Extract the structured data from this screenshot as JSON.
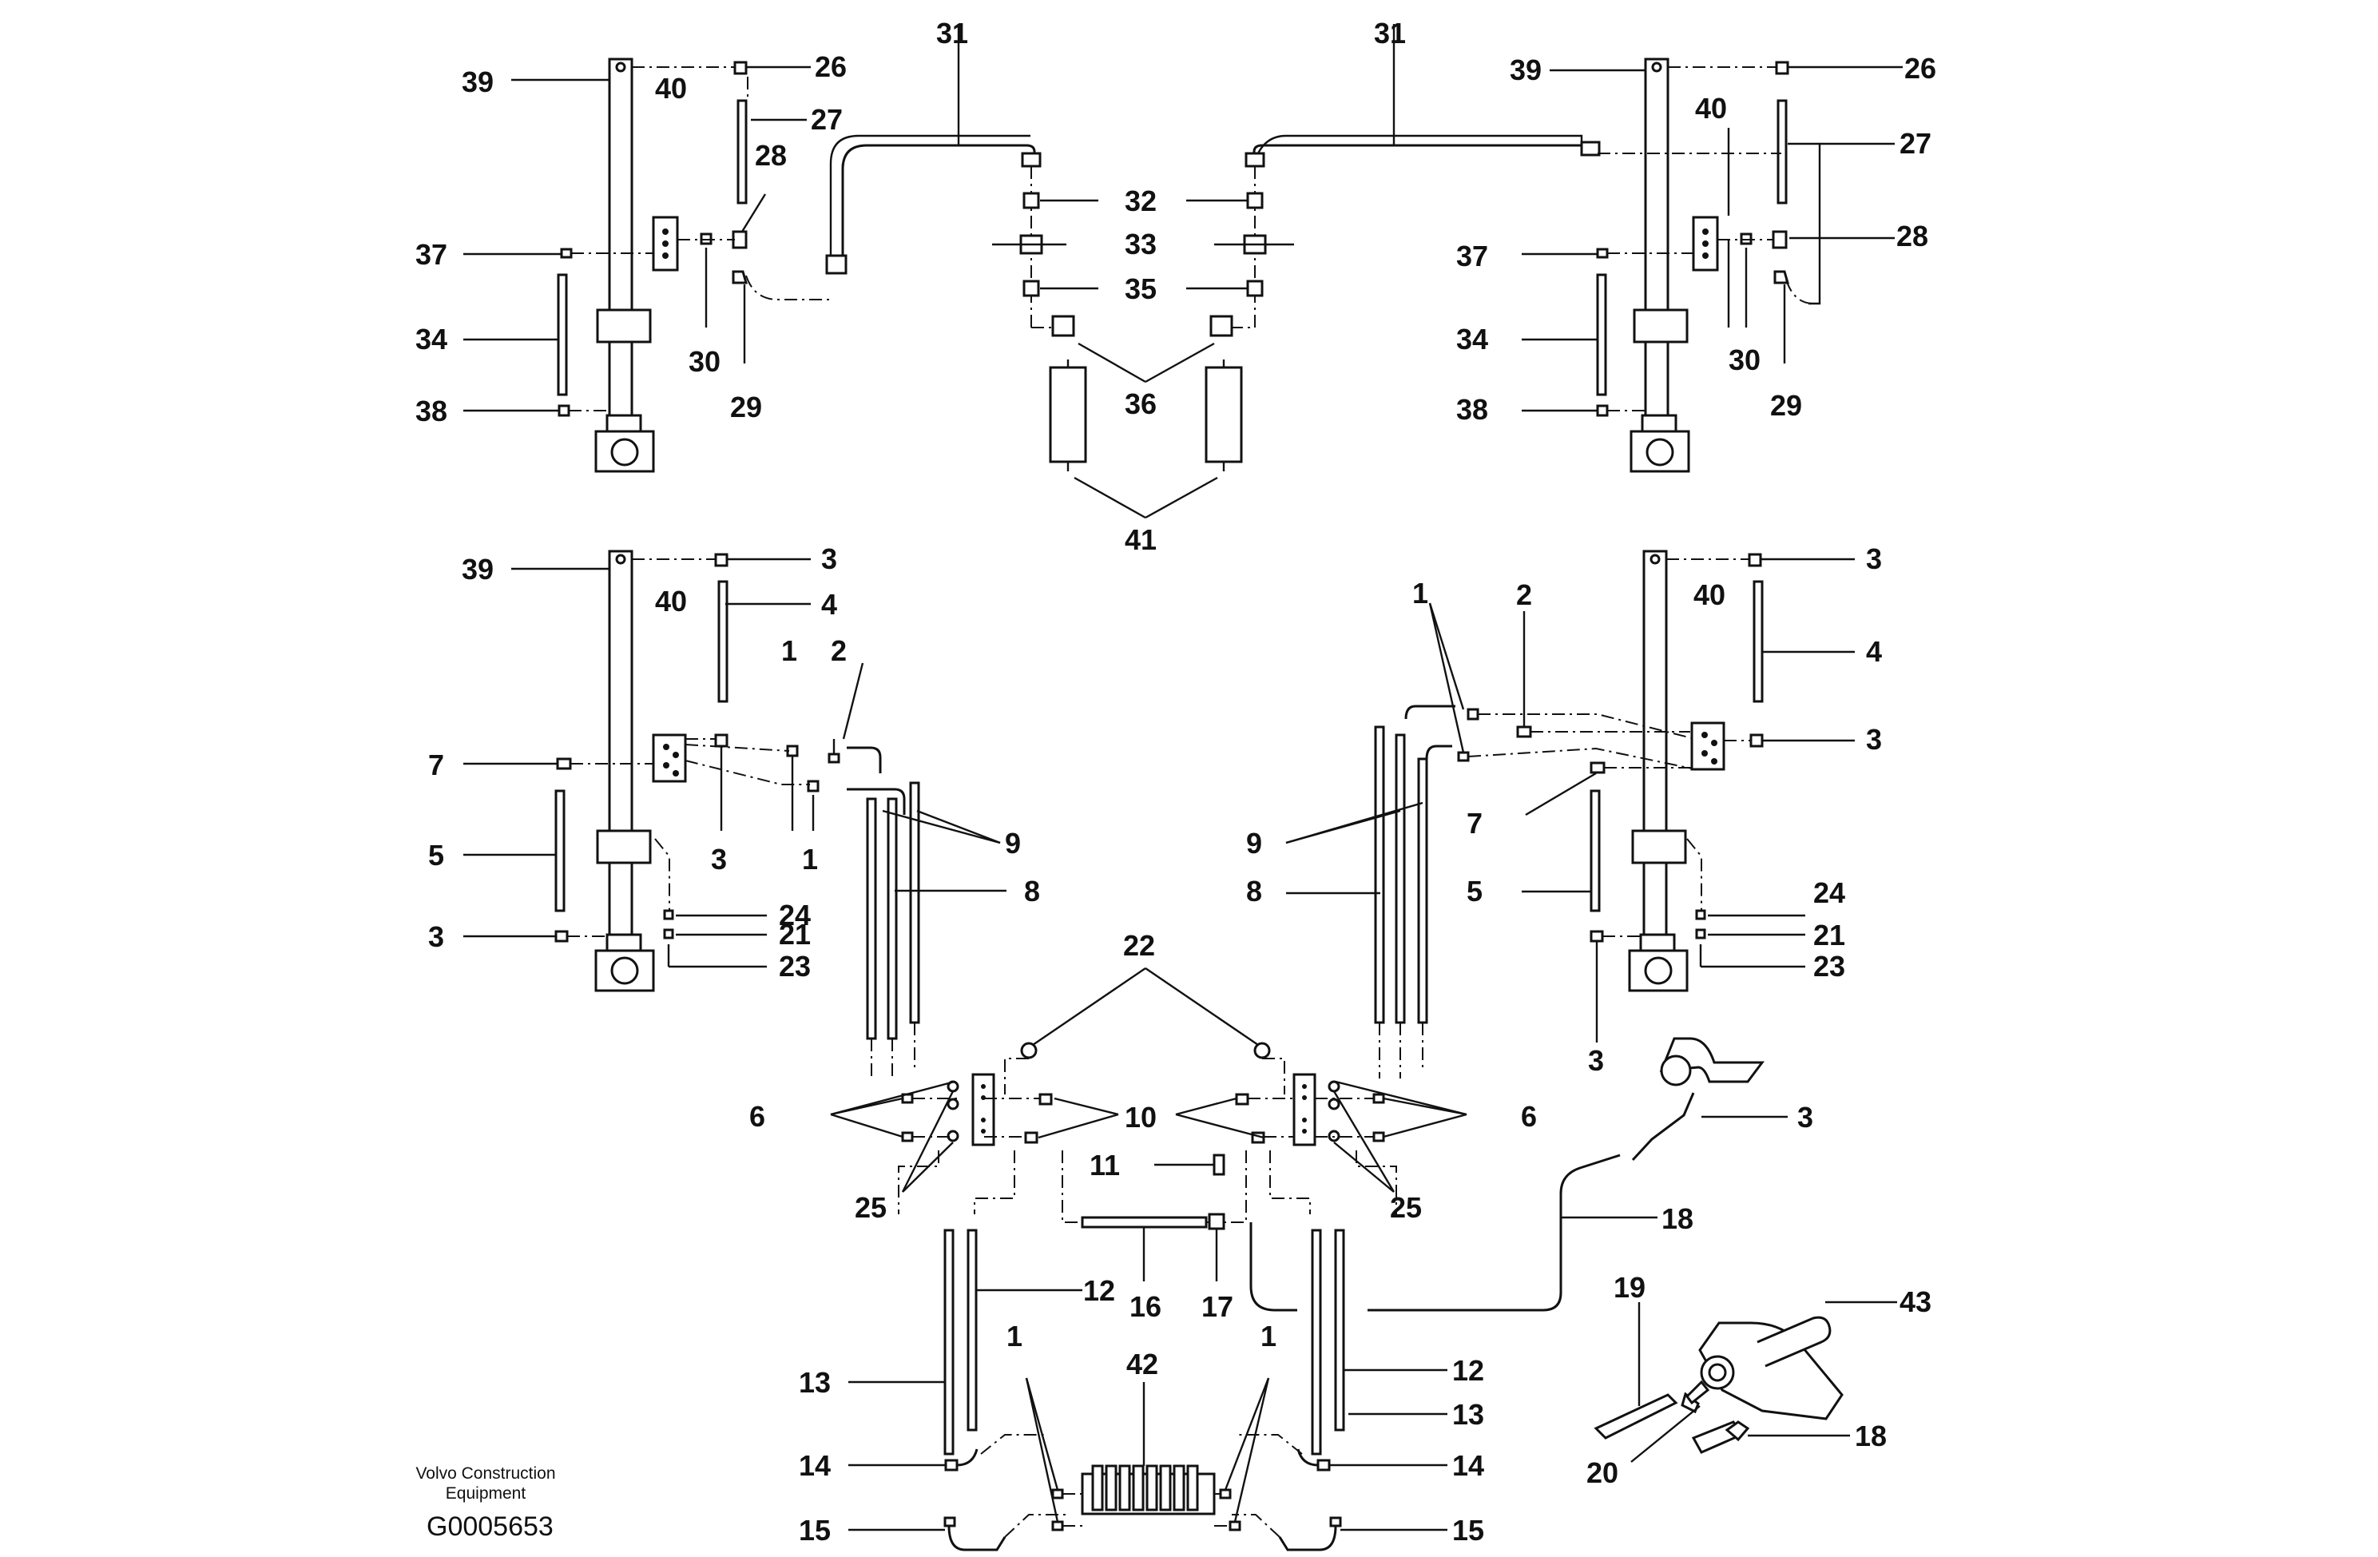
{
  "labels": {
    "l1": "1",
    "l2": "2",
    "l3": "3",
    "l4": "4",
    "l5": "5",
    "l6": "6",
    "l7": "7",
    "l8": "8",
    "l9": "9",
    "l10": "10",
    "l11": "11",
    "l12": "12",
    "l13": "13",
    "l14": "14",
    "l15": "15",
    "l16": "16",
    "l17": "17",
    "l18": "18",
    "l19": "19",
    "l20": "20",
    "l21": "21",
    "l22": "22",
    "l23": "23",
    "l24": "24",
    "l25": "25",
    "l26": "26",
    "l27": "27",
    "l28": "28",
    "l29": "29",
    "l30": "30",
    "l31": "31",
    "l32": "32",
    "l33": "33",
    "l34": "34",
    "l35": "35",
    "l36": "36",
    "l37": "37",
    "l38": "38",
    "l39": "39",
    "l40": "40",
    "l41": "41",
    "l42": "42",
    "l43": "43"
  },
  "credit": {
    "line1": "Volvo Construction",
    "line2": "Equipment"
  },
  "figure_id": "G0005653"
}
